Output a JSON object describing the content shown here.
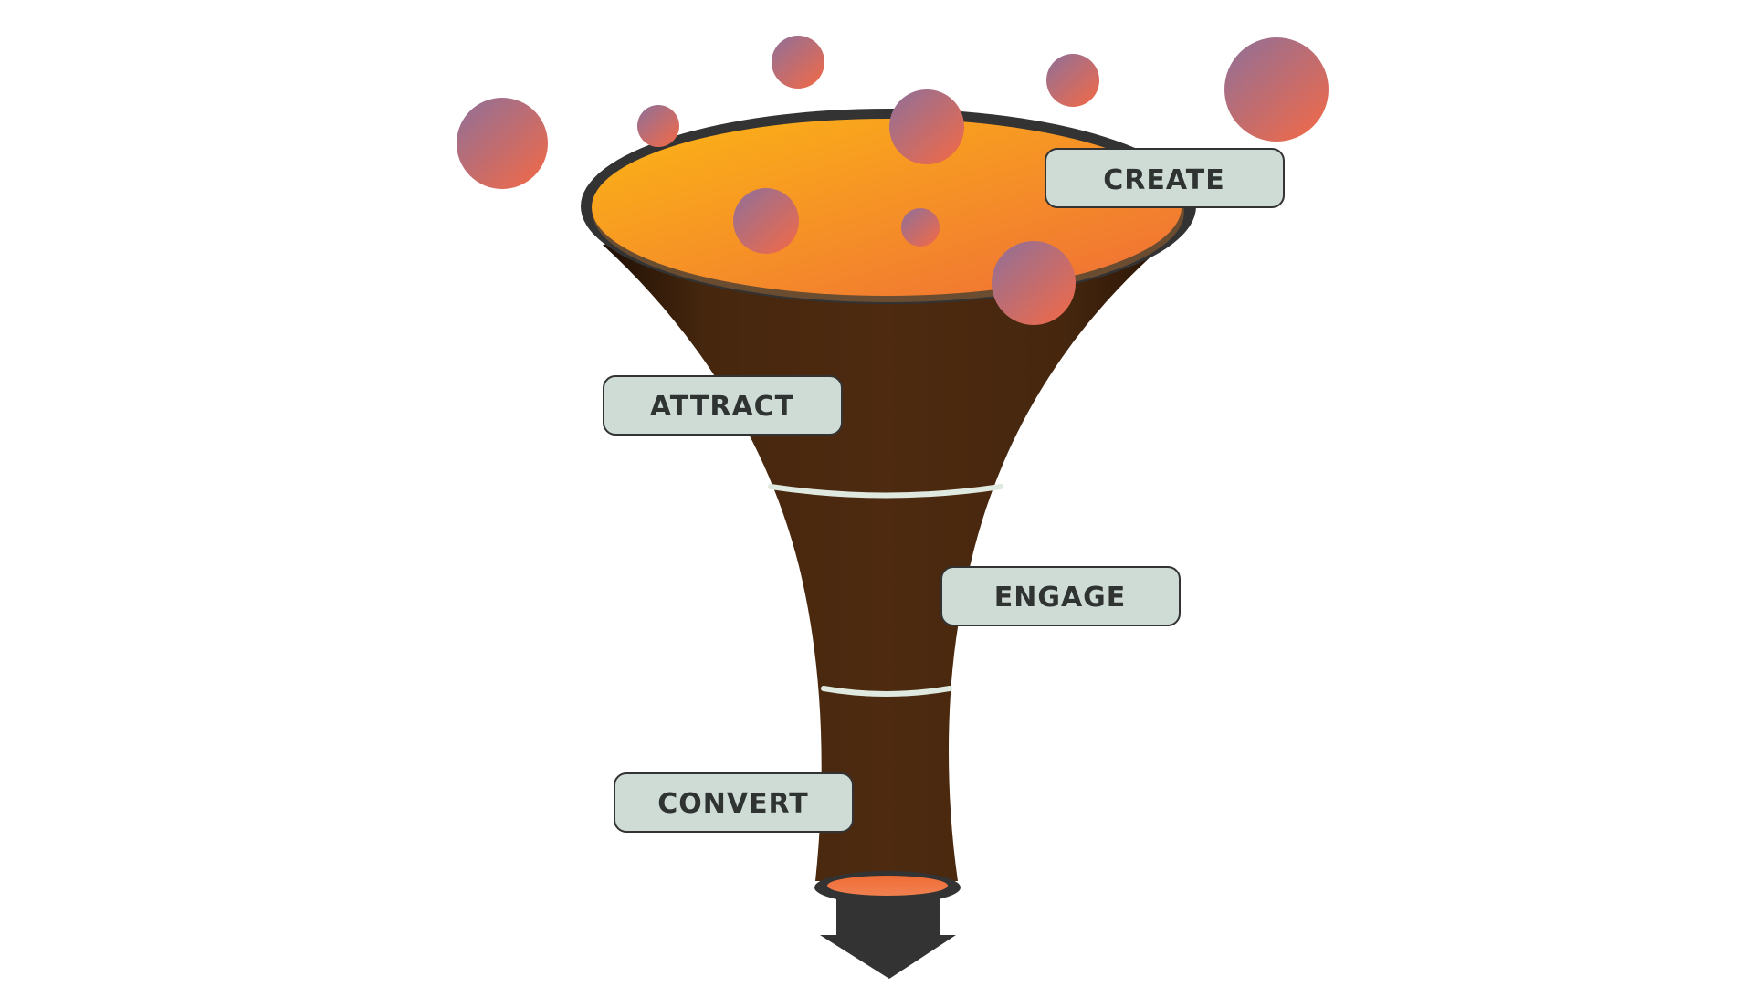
{
  "diagram": {
    "type": "marketing-funnel",
    "stages": [
      {
        "id": "create",
        "label": "CREATE"
      },
      {
        "id": "attract",
        "label": "ATTRACT"
      },
      {
        "id": "engage",
        "label": "ENGAGE"
      },
      {
        "id": "convert",
        "label": "CONVERT"
      }
    ],
    "colors": {
      "funnel_body": "#46270e",
      "funnel_rim": "#333333",
      "top_gradient_start": "#fcb515",
      "top_gradient_end": "#ef6d37",
      "bubble_gradient_start": "#9b6f8f",
      "bubble_gradient_end": "#e86a4f",
      "label_fill": "#cfdcd5",
      "label_stroke": "#333333",
      "band_color": "#dfe9df",
      "arrow_color": "#333333"
    }
  }
}
